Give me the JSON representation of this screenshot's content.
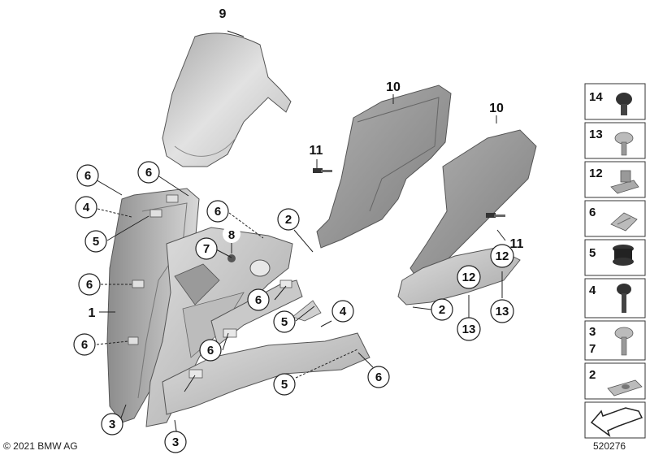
{
  "diagram": {
    "callout_labels": [
      "6",
      "6",
      "4",
      "5",
      "6",
      "7",
      "8",
      "2",
      "6",
      "6",
      "5",
      "4",
      "6",
      "6",
      "3",
      "3",
      "5",
      "6",
      "2",
      "12",
      "12",
      "13",
      "13"
    ],
    "plain_labels": [
      "9",
      "10",
      "10",
      "11",
      "11",
      "1"
    ],
    "legend": [
      {
        "number": "14",
        "part": "expanding-rivet"
      },
      {
        "number": "13",
        "part": "collar-screw"
      },
      {
        "number": "12",
        "part": "nut-clip"
      },
      {
        "number": "6",
        "part": "spring-clip"
      },
      {
        "number": "5",
        "part": "rubber-grommet"
      },
      {
        "number": "4",
        "part": "plug-pin"
      },
      {
        "number": "3",
        "part": "torx-screw"
      },
      {
        "number": "7",
        "part": "torx-screw"
      },
      {
        "number": "2",
        "part": "speed-nut"
      },
      {
        "number": "",
        "part": "arrow-symbol"
      }
    ],
    "footer": {
      "copyright": "© 2021 BMW AG",
      "diagram_id": "520276"
    }
  }
}
